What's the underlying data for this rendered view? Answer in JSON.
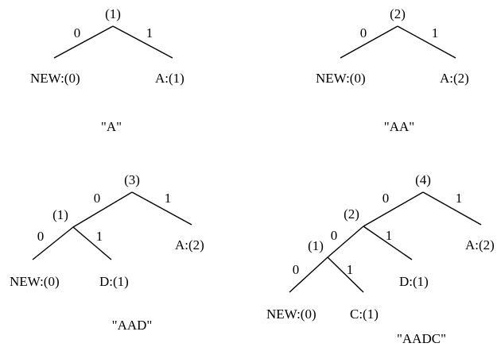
{
  "trees": [
    {
      "caption": "\"A\"",
      "nodes": [
        {
          "id": "r",
          "label": "(1)"
        },
        {
          "id": "n",
          "label": "NEW:(0)"
        },
        {
          "id": "a",
          "label": "A:(1)"
        }
      ],
      "edges": [
        {
          "from": "r",
          "to": "n",
          "bit": "0"
        },
        {
          "from": "r",
          "to": "a",
          "bit": "1"
        }
      ]
    },
    {
      "caption": "\"AA\"",
      "nodes": [
        {
          "id": "r",
          "label": "(2)"
        },
        {
          "id": "n",
          "label": "NEW:(0)"
        },
        {
          "id": "a",
          "label": "A:(2)"
        }
      ],
      "edges": [
        {
          "from": "r",
          "to": "n",
          "bit": "0"
        },
        {
          "from": "r",
          "to": "a",
          "bit": "1"
        }
      ]
    },
    {
      "caption": "\"AAD\"",
      "nodes": [
        {
          "id": "r",
          "label": "(3)"
        },
        {
          "id": "i1",
          "label": "(1)"
        },
        {
          "id": "a",
          "label": "A:(2)"
        },
        {
          "id": "n",
          "label": "NEW:(0)"
        },
        {
          "id": "d",
          "label": "D:(1)"
        }
      ],
      "edges": [
        {
          "from": "r",
          "to": "i1",
          "bit": "0"
        },
        {
          "from": "r",
          "to": "a",
          "bit": "1"
        },
        {
          "from": "i1",
          "to": "n",
          "bit": "0"
        },
        {
          "from": "i1",
          "to": "d",
          "bit": "1"
        }
      ]
    },
    {
      "caption": "\"AADC\"",
      "nodes": [
        {
          "id": "r",
          "label": "(4)"
        },
        {
          "id": "i2",
          "label": "(2)"
        },
        {
          "id": "a",
          "label": "A:(2)"
        },
        {
          "id": "i1",
          "label": "(1)"
        },
        {
          "id": "d",
          "label": "D:(1)"
        },
        {
          "id": "n",
          "label": "NEW:(0)"
        },
        {
          "id": "c",
          "label": "C:(1)"
        }
      ],
      "edges": [
        {
          "from": "r",
          "to": "i2",
          "bit": "0"
        },
        {
          "from": "r",
          "to": "a",
          "bit": "1"
        },
        {
          "from": "i2",
          "to": "i1",
          "bit": "0"
        },
        {
          "from": "i2",
          "to": "d",
          "bit": "1"
        },
        {
          "from": "i1",
          "to": "n",
          "bit": "0"
        },
        {
          "from": "i1",
          "to": "c",
          "bit": "1"
        }
      ]
    }
  ]
}
